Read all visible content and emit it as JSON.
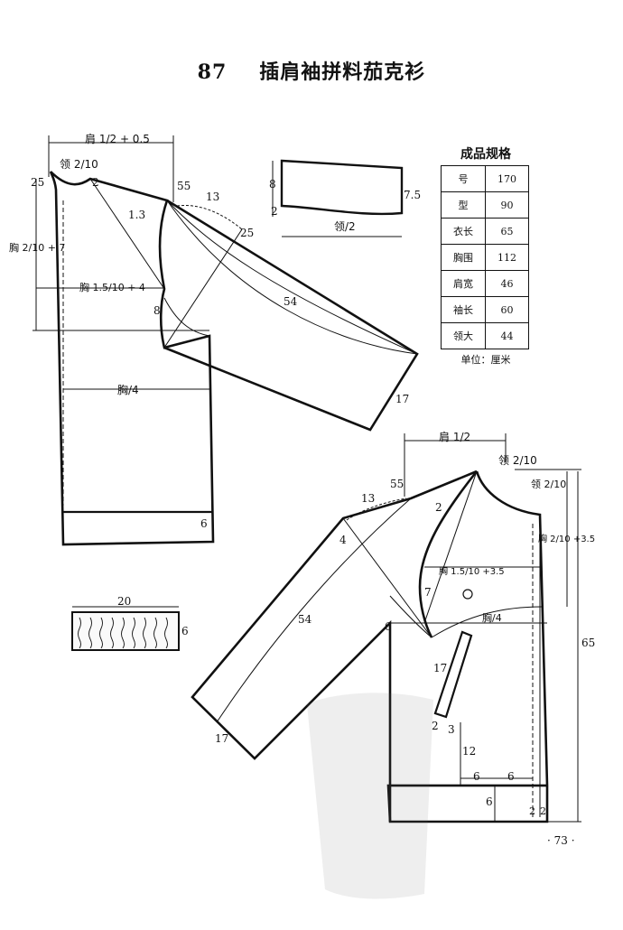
{
  "header": {
    "number": "87",
    "title": "插肩袖拼料茄克衫"
  },
  "spec_table": {
    "caption": "成品规格",
    "rows": [
      {
        "label": "号",
        "value": "170"
      },
      {
        "label": "型",
        "value": "90"
      },
      {
        "label": "衣长",
        "value": "65"
      },
      {
        "label": "胸围",
        "value": "112"
      },
      {
        "label": "肩宽",
        "value": "46"
      },
      {
        "label": "袖长",
        "value": "60"
      },
      {
        "label": "领大",
        "value": "44"
      }
    ],
    "unit": "单位：厘米"
  },
  "back": {
    "shoulder_formula": "肩 1/2 + 0.5",
    "neck_label": "领 2/10",
    "side_formula": "胸 2/10 + 7",
    "chest_formula": "胸 1.5/10 + 4",
    "hem_label": "胸/4",
    "dims": [
      "25",
      "2",
      "55",
      "13",
      "25",
      "1.3",
      "54",
      "8",
      "17",
      "6"
    ]
  },
  "collar": {
    "dims": [
      "8",
      "7.5",
      "2"
    ],
    "label": "领/2"
  },
  "cuff": {
    "dims": [
      "20",
      "6"
    ]
  },
  "front": {
    "shoulder_label": "肩 1/2",
    "neck_label": "领 2/10",
    "neck_right_label": "领 2/10",
    "side_formula": "胸 2/10 +3.5",
    "chest_formula": "胸 1.5/10 +3.5",
    "chest_quarter": "胸/4",
    "dims": [
      "13",
      "55",
      "2",
      "4",
      "7",
      "54",
      "6",
      "17",
      "65",
      "17",
      "2",
      "3",
      "12",
      "6",
      "6",
      "6",
      "2",
      "2"
    ]
  },
  "page_number": "· 73 ·"
}
